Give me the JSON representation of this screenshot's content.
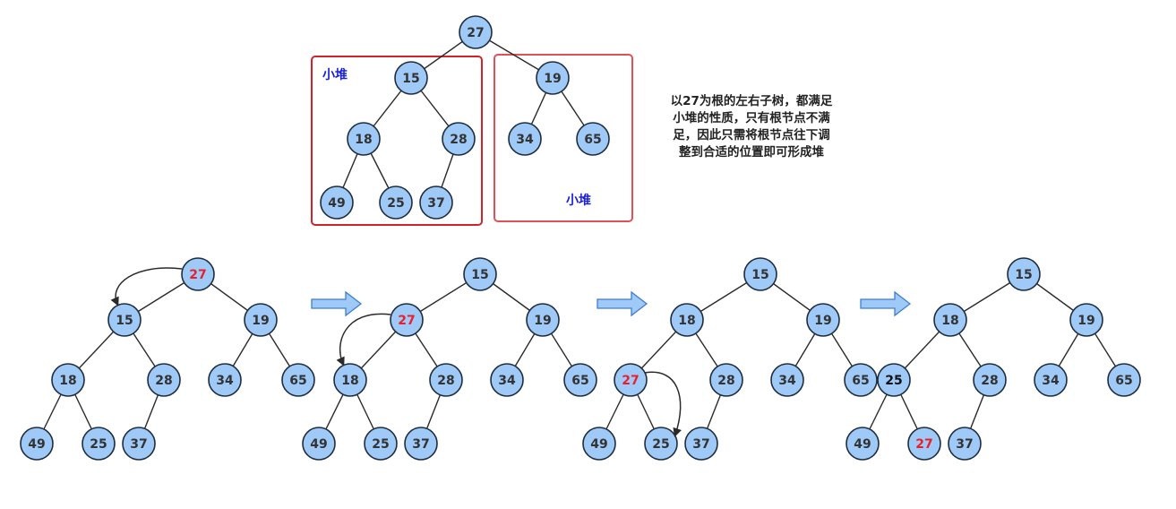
{
  "colors": {
    "node_fill": "#9fcaf8",
    "node_stroke": "#1f2d3d",
    "edge": "#2a2a2a",
    "text": "#333333",
    "highlight_text": "#e8202c",
    "box_left": "#d2232a",
    "box_right": "#e25055",
    "label": "#1a22d6",
    "arrow_fill": "#9fcaf8",
    "arrow_stroke": "#3f7ed0"
  },
  "top_tree": {
    "values": [
      27,
      15,
      19,
      18,
      28,
      34,
      65,
      49,
      25,
      37
    ],
    "left_box_label": "小堆",
    "right_box_label": "小堆"
  },
  "note_lines": [
    "以27为根的左右子树，都满足",
    "小堆的性质，只有根节点不满",
    "足，因此只需将根节点往下调",
    "整到合适的位置即可形成堆"
  ],
  "steps": [
    {
      "values": [
        27,
        15,
        19,
        18,
        28,
        34,
        65,
        49,
        25,
        37
      ],
      "highlight": [
        0
      ],
      "bold": [],
      "swap": [
        0,
        1
      ]
    },
    {
      "values": [
        15,
        27,
        19,
        18,
        28,
        34,
        65,
        49,
        25,
        37
      ],
      "highlight": [
        1
      ],
      "bold": [],
      "swap": [
        1,
        3
      ]
    },
    {
      "values": [
        15,
        18,
        19,
        27,
        28,
        34,
        65,
        49,
        25,
        37
      ],
      "highlight": [
        3
      ],
      "bold": [],
      "swap": [
        3,
        8
      ]
    },
    {
      "values": [
        15,
        18,
        19,
        25,
        28,
        34,
        65,
        49,
        27,
        37
      ],
      "highlight": [
        8
      ],
      "bold": [
        3
      ],
      "swap": null
    }
  ],
  "step_arrows": 3,
  "icons": [
    "swap-arrow-icon",
    "right-arrow-icon"
  ]
}
